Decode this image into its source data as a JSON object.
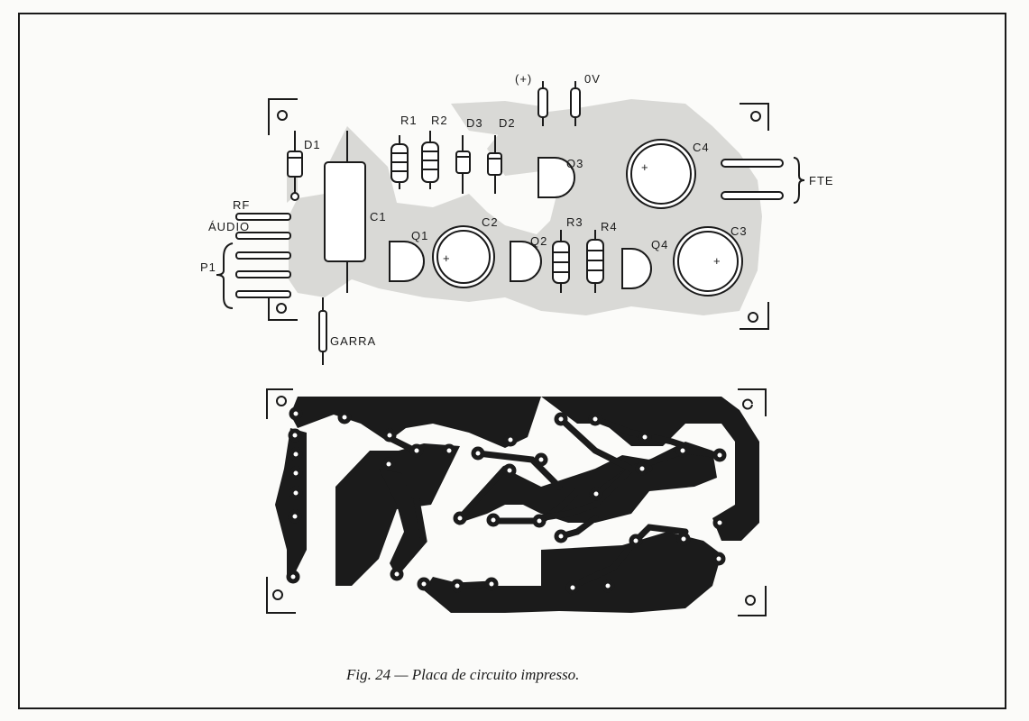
{
  "figure": {
    "caption": "Fig. 24 — Placa de circuito impresso."
  },
  "component_side": {
    "labels": {
      "plus": "(+)",
      "zero_v": "0V",
      "fte": "FTE",
      "rf": "RF",
      "audio": "ÁUDIO",
      "p1": "P1",
      "garra": "GARRA",
      "d1": "D1",
      "r1": "R1",
      "r2": "R2",
      "d3": "D3",
      "d2": "D2",
      "q3": "Q3",
      "c4": "C4",
      "c1": "C1",
      "c2": "C2",
      "q1": "Q1",
      "q2": "Q2",
      "r3": "R3",
      "r4": "R4",
      "q4": "Q4",
      "c3": "C3"
    },
    "polarity_marks": {
      "c2_plus": "+",
      "c3_plus": "+",
      "c4_plus": "+"
    }
  },
  "colors": {
    "ink": "#1a1a1a",
    "copper_shadow": "#d9d9d6",
    "paper": "#fbfbf9"
  }
}
